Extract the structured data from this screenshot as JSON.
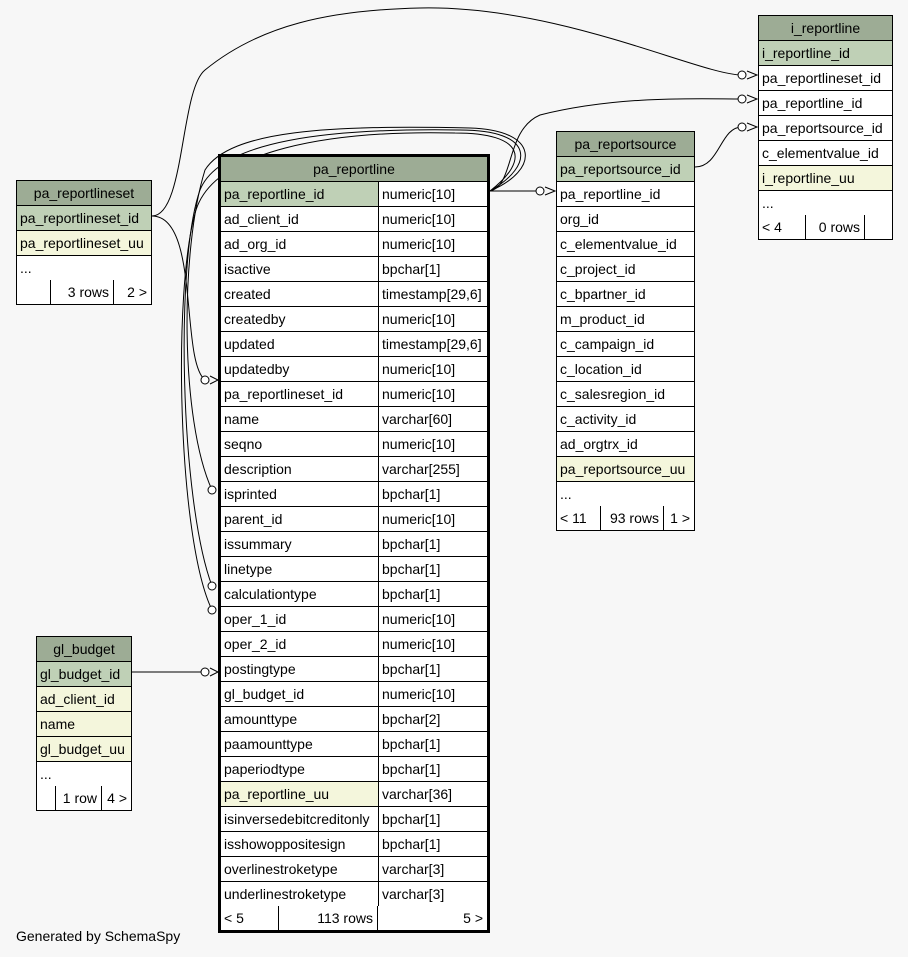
{
  "generated_by": "Generated by SchemaSpy",
  "pa_reportline": {
    "name": "pa_reportline",
    "columns": [
      {
        "name": "pa_reportline_id",
        "type": "numeric[10]",
        "kind": "pk"
      },
      {
        "name": "ad_client_id",
        "type": "numeric[10]",
        "kind": ""
      },
      {
        "name": "ad_org_id",
        "type": "numeric[10]",
        "kind": ""
      },
      {
        "name": "isactive",
        "type": "bpchar[1]",
        "kind": ""
      },
      {
        "name": "created",
        "type": "timestamp[29,6]",
        "kind": ""
      },
      {
        "name": "createdby",
        "type": "numeric[10]",
        "kind": ""
      },
      {
        "name": "updated",
        "type": "timestamp[29,6]",
        "kind": ""
      },
      {
        "name": "updatedby",
        "type": "numeric[10]",
        "kind": ""
      },
      {
        "name": "pa_reportlineset_id",
        "type": "numeric[10]",
        "kind": ""
      },
      {
        "name": "name",
        "type": "varchar[60]",
        "kind": ""
      },
      {
        "name": "seqno",
        "type": "numeric[10]",
        "kind": ""
      },
      {
        "name": "description",
        "type": "varchar[255]",
        "kind": ""
      },
      {
        "name": "isprinted",
        "type": "bpchar[1]",
        "kind": ""
      },
      {
        "name": "parent_id",
        "type": "numeric[10]",
        "kind": ""
      },
      {
        "name": "issummary",
        "type": "bpchar[1]",
        "kind": ""
      },
      {
        "name": "linetype",
        "type": "bpchar[1]",
        "kind": ""
      },
      {
        "name": "calculationtype",
        "type": "bpchar[1]",
        "kind": ""
      },
      {
        "name": "oper_1_id",
        "type": "numeric[10]",
        "kind": ""
      },
      {
        "name": "oper_2_id",
        "type": "numeric[10]",
        "kind": ""
      },
      {
        "name": "postingtype",
        "type": "bpchar[1]",
        "kind": ""
      },
      {
        "name": "gl_budget_id",
        "type": "numeric[10]",
        "kind": ""
      },
      {
        "name": "amounttype",
        "type": "bpchar[2]",
        "kind": ""
      },
      {
        "name": "paamounttype",
        "type": "bpchar[1]",
        "kind": ""
      },
      {
        "name": "paperiodtype",
        "type": "bpchar[1]",
        "kind": ""
      },
      {
        "name": "pa_reportline_uu",
        "type": "varchar[36]",
        "kind": "uq"
      },
      {
        "name": "isinversedebitcreditonly",
        "type": "bpchar[1]",
        "kind": ""
      },
      {
        "name": "isshowoppositesign",
        "type": "bpchar[1]",
        "kind": ""
      },
      {
        "name": "overlinestroketype",
        "type": "varchar[3]",
        "kind": ""
      },
      {
        "name": "underlinestroketype",
        "type": "varchar[3]",
        "kind": ""
      }
    ],
    "footer": [
      "< 5",
      "113 rows",
      "5 >"
    ]
  },
  "pa_reportlineset": {
    "name": "pa_reportlineset",
    "columns": [
      {
        "name": "pa_reportlineset_id",
        "kind": "pk"
      },
      {
        "name": "pa_reportlineset_uu",
        "kind": "uq"
      },
      {
        "name": "...",
        "kind": ""
      }
    ],
    "footer": [
      "",
      "3 rows",
      "2 >"
    ]
  },
  "gl_budget": {
    "name": "gl_budget",
    "columns": [
      {
        "name": "gl_budget_id",
        "kind": "pk"
      },
      {
        "name": "ad_client_id",
        "kind": "uq"
      },
      {
        "name": "name",
        "kind": "uq"
      },
      {
        "name": "gl_budget_uu",
        "kind": "uq"
      },
      {
        "name": "...",
        "kind": ""
      }
    ],
    "footer": [
      "",
      "1 row",
      "4 >"
    ]
  },
  "pa_reportsource": {
    "name": "pa_reportsource",
    "columns": [
      {
        "name": "pa_reportsource_id",
        "kind": "pk"
      },
      {
        "name": "pa_reportline_id",
        "kind": ""
      },
      {
        "name": "org_id",
        "kind": ""
      },
      {
        "name": "c_elementvalue_id",
        "kind": ""
      },
      {
        "name": "c_project_id",
        "kind": ""
      },
      {
        "name": "c_bpartner_id",
        "kind": ""
      },
      {
        "name": "m_product_id",
        "kind": ""
      },
      {
        "name": "c_campaign_id",
        "kind": ""
      },
      {
        "name": "c_location_id",
        "kind": ""
      },
      {
        "name": "c_salesregion_id",
        "kind": ""
      },
      {
        "name": "c_activity_id",
        "kind": ""
      },
      {
        "name": "ad_orgtrx_id",
        "kind": ""
      },
      {
        "name": "pa_reportsource_uu",
        "kind": "uq"
      },
      {
        "name": "...",
        "kind": ""
      }
    ],
    "footer": [
      "< 11",
      "93 rows",
      "1 >"
    ]
  },
  "i_reportline": {
    "name": "i_reportline",
    "columns": [
      {
        "name": "i_reportline_id",
        "kind": "pk"
      },
      {
        "name": "pa_reportlineset_id",
        "kind": ""
      },
      {
        "name": "pa_reportline_id",
        "kind": ""
      },
      {
        "name": "pa_reportsource_id",
        "kind": ""
      },
      {
        "name": "c_elementvalue_id",
        "kind": ""
      },
      {
        "name": "i_reportline_uu",
        "kind": "uq"
      },
      {
        "name": "...",
        "kind": ""
      }
    ],
    "footer": [
      "< 4",
      "0 rows",
      ""
    ]
  },
  "colors": {
    "header": "#9dac95",
    "primary_key": "#bfd0b6",
    "unique": "#f4f6dc",
    "background": "#f7f7f7"
  }
}
